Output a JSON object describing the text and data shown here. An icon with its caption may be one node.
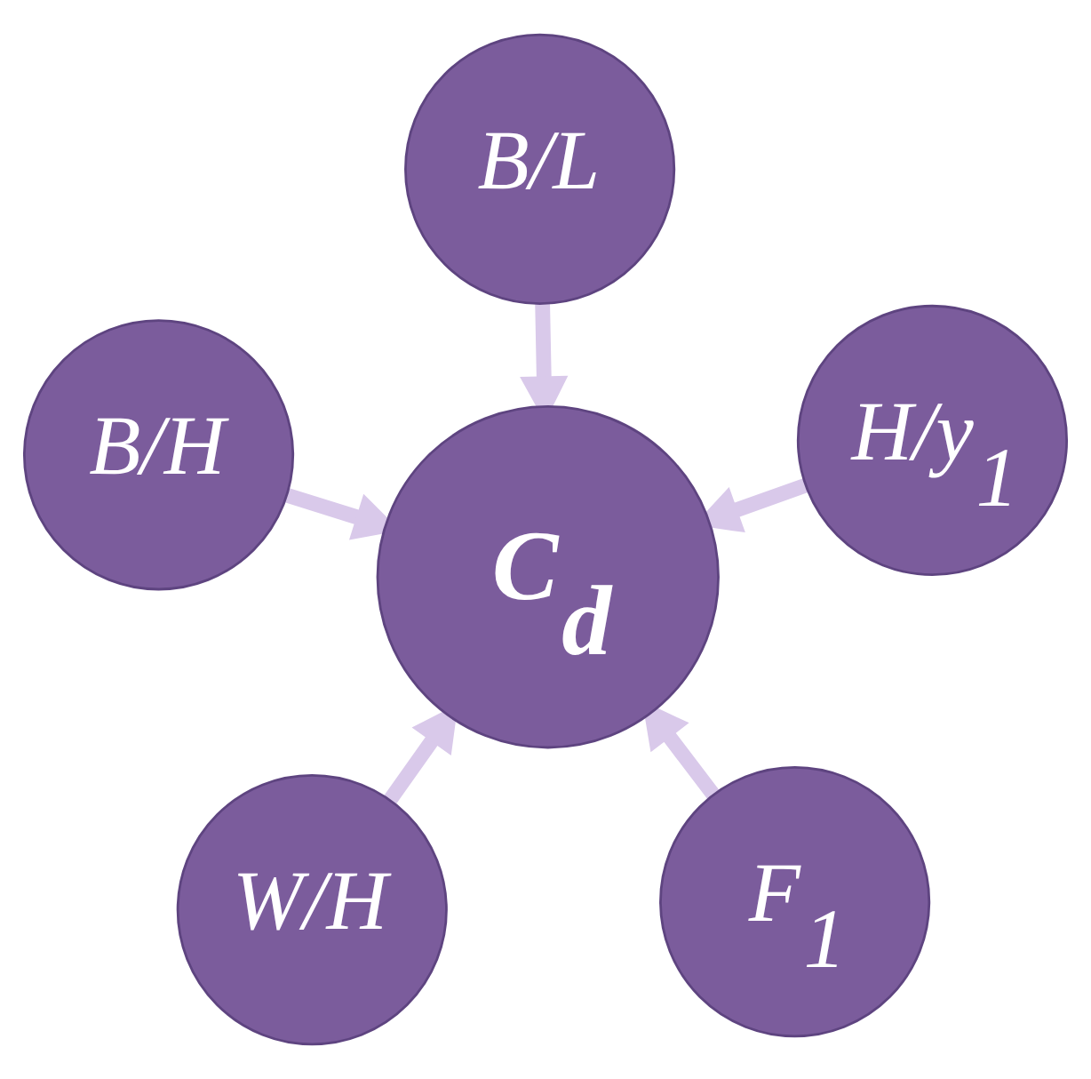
{
  "diagram": {
    "nodes": [
      {
        "text": [
          "W/H"
        ]
      },
      {
        "text": [
          "F$_{1}$"
        ]
      },
      {
        "text": [
          "C$_{d}$"
        ]
      },
      {
        "text": [
          "B/L"
        ]
      },
      {
        "text": [
          "H/y$_{1}$"
        ]
      },
      {
        "text": [
          "B/H"
        ]
      }
    ],
    "edges": [
      {
        "from": 0,
        "to": 2,
        "arrow": "to"
      },
      {
        "from": 1,
        "to": 2,
        "arrow": "to"
      },
      {
        "from": 3,
        "to": 2,
        "arrow": "to"
      },
      {
        "from": 4,
        "to": 2,
        "arrow": "to"
      },
      {
        "from": 5,
        "to": 2,
        "arrow": "to"
      }
    ]
  }
}
